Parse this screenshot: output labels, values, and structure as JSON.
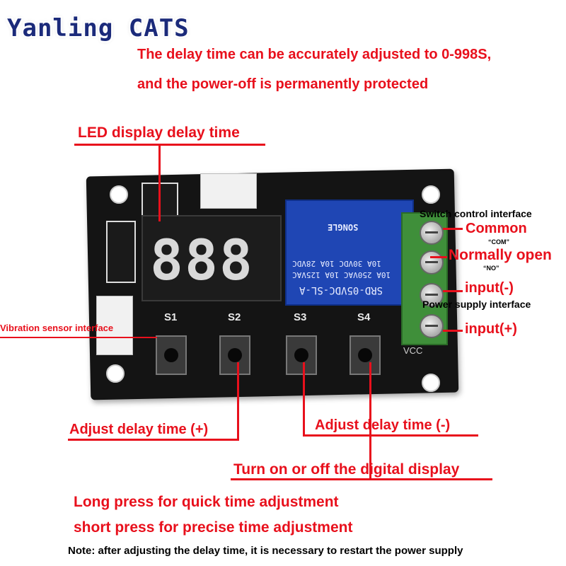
{
  "brand": "Yanling CATS",
  "header": {
    "line1": "The delay time can be accurately adjusted to 0-998S,",
    "line2": "and the power-off is permanently protected"
  },
  "board": {
    "display_value": "888",
    "buttons": [
      "S1",
      "S2",
      "S3",
      "S4"
    ],
    "relay_lines": [
      "SRD-05VDC-SL-A",
      "10A 250VAC  10A 125VAC",
      "10A 30VDC   10A 28VDC",
      "SONGLE"
    ],
    "vcc": "VCC"
  },
  "labels": {
    "led": "LED display delay time",
    "vibration": "Vibration sensor interface",
    "switch": "Switch control interface",
    "common": "Common",
    "common_sub": "“COM”",
    "normally_open": "Normally open",
    "normally_open_sub": "“NO”",
    "input_minus": "input(-)",
    "power_supply": "Power supply interface",
    "input_plus": "input(+)",
    "s2": "Adjust delay time (+)",
    "s3": "Adjust delay time (-)",
    "s4": "Turn on or off the digital display",
    "long_press": "Long press for quick time adjustment",
    "short_press": "short press for precise time adjustment",
    "note": "Note: after adjusting the delay time, it is necessary to restart the power supply"
  },
  "colors": {
    "accent_red": "#e8101c",
    "brand_blue": "#1b2a7a",
    "relay_blue": "#1f46b4",
    "terminal_green": "#3f8f3a",
    "pcb_black": "#141414"
  }
}
